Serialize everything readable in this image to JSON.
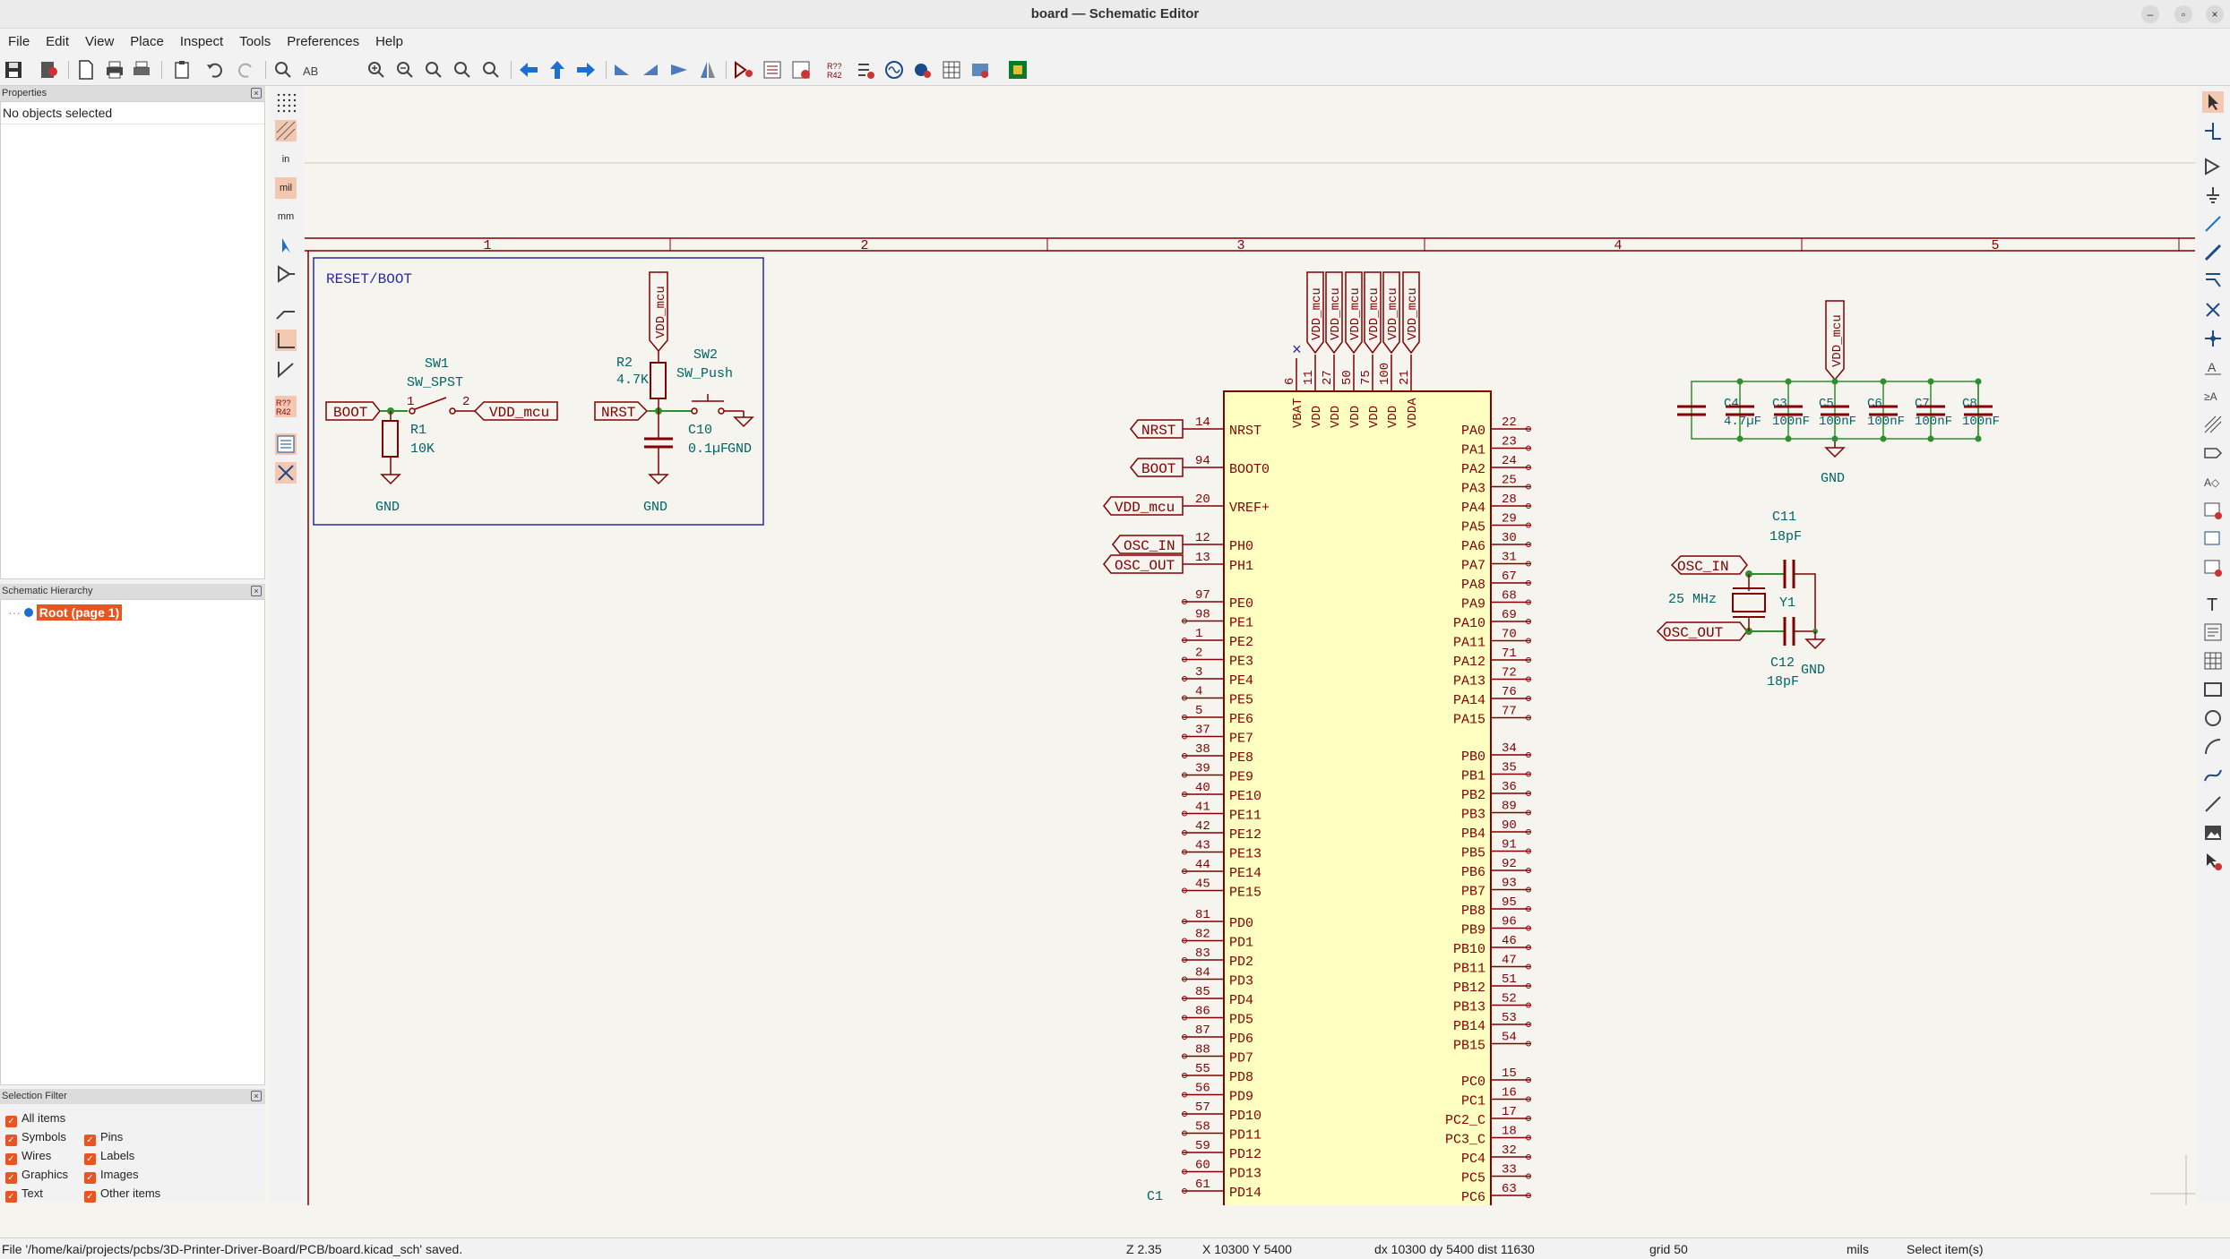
{
  "window": {
    "title": "board — Schematic Editor",
    "controls": [
      "–",
      "▫",
      "×"
    ]
  },
  "menu": [
    "File",
    "Edit",
    "View",
    "Place",
    "Inspect",
    "Tools",
    "Preferences",
    "Help"
  ],
  "properties": {
    "title": "Properties",
    "status": "No objects selected"
  },
  "hierarchy": {
    "title": "Schematic Hierarchy",
    "root": "Root (page 1)"
  },
  "selection_filter": {
    "title": "Selection Filter",
    "items": [
      "All items",
      "Pins",
      "Symbols",
      "Labels",
      "Wires",
      "Images",
      "Graphics",
      "Other items",
      "Text"
    ]
  },
  "left_tools": {
    "in": "in",
    "mil": "mil",
    "mm": "mm"
  },
  "status": {
    "message": "File '/home/kai/projects/pcbs/3D-Printer-Driver-Board/PCB/board.kicad_sch' saved.",
    "zoom": "Z 2.35",
    "coords": "X 10300  Y 5400",
    "delta": "dx 10300  dy 5400  dist 11630",
    "grid": "grid 50",
    "units": "mils",
    "mode": "Select item(s)"
  },
  "schematic": {
    "columns": [
      "1",
      "2",
      "3",
      "4",
      "5"
    ],
    "reset_boot": {
      "title": "RESET/BOOT",
      "sw1_ref": "SW1",
      "sw1_val": "SW_SPST",
      "sw2_ref": "SW2",
      "sw2_val": "SW_Push",
      "r1_ref": "R1",
      "r1_val": "10K",
      "r2_ref": "R2",
      "r2_val": "4.7K",
      "c10_ref": "C10",
      "c10_val": "0.1µF",
      "gnd": "GND",
      "boot": "BOOT",
      "vdd": "VDD_mcu",
      "nrst": "NRST",
      "pin1": "1",
      "pin2": "2"
    },
    "mcu": {
      "top_labels": [
        "VDD_mcu",
        "VDD_mcu",
        "VDD_mcu",
        "VDD_mcu",
        "VDD_mcu",
        "VDD_mcu"
      ],
      "top_pin_nums": [
        "6",
        "11",
        "27",
        "50",
        "75",
        "100",
        "21"
      ],
      "top_pin_names": [
        "VBAT",
        "VDD",
        "VDD",
        "VDD",
        "VDD",
        "VDD",
        "VDDA"
      ],
      "left_labels": [
        {
          "net": "NRST",
          "num": "14",
          "pin": "NRST"
        },
        {
          "net": "BOOT",
          "num": "94",
          "pin": "BOOT0"
        },
        {
          "net": "VDD_mcu",
          "num": "20",
          "pin": "VREF+"
        },
        {
          "net": "OSC_IN",
          "num": "12",
          "pin": "PH0"
        },
        {
          "net": "OSC_OUT",
          "num": "13",
          "pin": "PH1"
        }
      ],
      "left_pins": [
        [
          "97",
          "PE0"
        ],
        [
          "98",
          "PE1"
        ],
        [
          "1",
          "PE2"
        ],
        [
          "2",
          "PE3"
        ],
        [
          "3",
          "PE4"
        ],
        [
          "4",
          "PE5"
        ],
        [
          "5",
          "PE6"
        ],
        [
          "37",
          "PE7"
        ],
        [
          "38",
          "PE8"
        ],
        [
          "39",
          "PE9"
        ],
        [
          "40",
          "PE10"
        ],
        [
          "41",
          "PE11"
        ],
        [
          "42",
          "PE12"
        ],
        [
          "43",
          "PE13"
        ],
        [
          "44",
          "PE14"
        ],
        [
          "45",
          "PE15"
        ],
        [
          "81",
          "PD0"
        ],
        [
          "82",
          "PD1"
        ],
        [
          "83",
          "PD2"
        ],
        [
          "84",
          "PD3"
        ],
        [
          "85",
          "PD4"
        ],
        [
          "86",
          "PD5"
        ],
        [
          "87",
          "PD6"
        ],
        [
          "88",
          "PD7"
        ],
        [
          "55",
          "PD8"
        ],
        [
          "56",
          "PD9"
        ],
        [
          "57",
          "PD10"
        ],
        [
          "58",
          "PD11"
        ],
        [
          "59",
          "PD12"
        ],
        [
          "60",
          "PD13"
        ],
        [
          "61",
          "PD14"
        ]
      ],
      "right_pins_a": [
        [
          "PA0",
          "22"
        ],
        [
          "PA1",
          "23"
        ],
        [
          "PA2",
          "24"
        ],
        [
          "PA3",
          "25"
        ],
        [
          "PA4",
          "28"
        ],
        [
          "PA5",
          "29"
        ],
        [
          "PA6",
          "30"
        ],
        [
          "PA7",
          "31"
        ],
        [
          "PA8",
          "67"
        ],
        [
          "PA9",
          "68"
        ],
        [
          "PA10",
          "69"
        ],
        [
          "PA11",
          "70"
        ],
        [
          "PA12",
          "71"
        ],
        [
          "PA13",
          "72"
        ],
        [
          "PA14",
          "76"
        ],
        [
          "PA15",
          "77"
        ]
      ],
      "right_pins_b": [
        [
          "PB0",
          "34"
        ],
        [
          "PB1",
          "35"
        ],
        [
          "PB2",
          "36"
        ],
        [
          "PB3",
          "89"
        ],
        [
          "PB4",
          "90"
        ],
        [
          "PB5",
          "91"
        ],
        [
          "PB6",
          "92"
        ],
        [
          "PB7",
          "93"
        ],
        [
          "PB8",
          "95"
        ],
        [
          "PB9",
          "96"
        ],
        [
          "PB10",
          "46"
        ],
        [
          "PB11",
          "47"
        ],
        [
          "PB12",
          "51"
        ],
        [
          "PB13",
          "52"
        ],
        [
          "PB14",
          "53"
        ],
        [
          "PB15",
          "54"
        ]
      ],
      "right_pins_c": [
        [
          "PC0",
          "15"
        ],
        [
          "PC1",
          "16"
        ],
        [
          "PC2_C",
          "17"
        ],
        [
          "PC3_C",
          "18"
        ],
        [
          "PC4",
          "32"
        ],
        [
          "PC5",
          "33"
        ],
        [
          "PC6",
          "63"
        ]
      ],
      "c1": "C1"
    },
    "decoupling": {
      "vdd": "VDD_mcu",
      "caps": [
        {
          "ref": "C4",
          "val": "4.7µF"
        },
        {
          "ref": "C3",
          "val": "100nF"
        },
        {
          "ref": "C5",
          "val": "100nF"
        },
        {
          "ref": "C6",
          "val": "100nF"
        },
        {
          "ref": "C7",
          "val": "100nF"
        },
        {
          "ref": "C8",
          "val": "100nF"
        }
      ],
      "gnd": "GND"
    },
    "crystal": {
      "c11_ref": "C11",
      "c11_val": "18pF",
      "c12_ref": "C12",
      "c12_val": "18pF",
      "y1_ref": "Y1",
      "y1_val": "25 MHz",
      "osc_in": "OSC_IN",
      "osc_out": "OSC_OUT",
      "gnd": "GND"
    }
  },
  "colors": {
    "wire": "#2f8f2f",
    "symbol": "#840000",
    "fill": "#ffffc2",
    "label": "#840000",
    "text": "#006464",
    "frame": "#2a2aa0",
    "accent": "#e95420"
  }
}
